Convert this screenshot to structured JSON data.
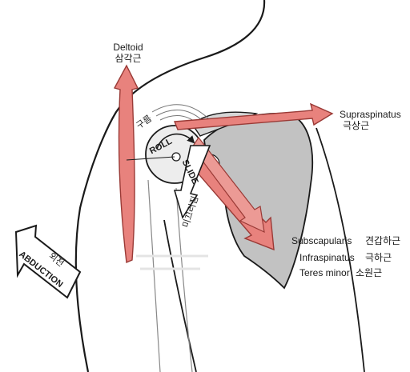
{
  "labels": {
    "deltoid_en": "Deltoid",
    "deltoid_ko": "삼각근",
    "supraspinatus_en": "Supraspinatus",
    "supraspinatus_ko": "극상근",
    "subscapularis_en": "Subscapularis",
    "subscapularis_ko": "견갑하근",
    "infraspinatus_en": "Infraspinatus",
    "infraspinatus_ko": "극하근",
    "teres_minor_en": "Teres minor",
    "teres_minor_ko": "소원근",
    "roll_en": "ROLL",
    "roll_ko": "구름",
    "slide_en": "SLIDE",
    "slide_ko": "미끄러짐",
    "abduction_en": "ABDUCTION",
    "abduction_ko": "외전"
  },
  "colors": {
    "muscle_fill": "#e8827d",
    "muscle_stroke": "#9a3a36",
    "bone_fill": "#c2c2c2",
    "outline": "#1a1a1a"
  }
}
